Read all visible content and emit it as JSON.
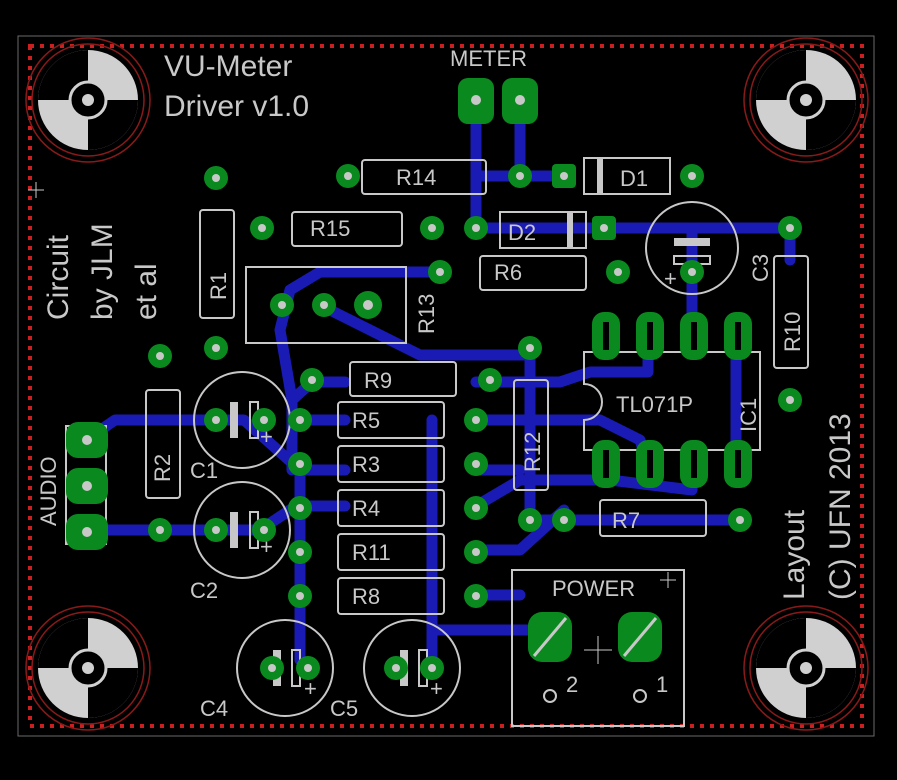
{
  "board": {
    "title_line1": "VU-Meter",
    "title_line2": "Driver v1.0",
    "credit_line1": "Circuit",
    "credit_line2": "by JLM",
    "credit_line3": "et al",
    "layout_line1": "Layout",
    "layout_line2": "(C) UFN 2013"
  },
  "connectors": {
    "meter": "METER",
    "audio": "AUDIO",
    "power": "POWER",
    "power_pin2": "2",
    "power_pin1": "1"
  },
  "components": {
    "r1": "R1",
    "r2": "R2",
    "r3": "R3",
    "r4": "R4",
    "r5": "R5",
    "r6": "R6",
    "r7": "R7",
    "r8": "R8",
    "r9": "R9",
    "r10": "R10",
    "r11": "R11",
    "r12": "R12",
    "r13": "R13",
    "r14": "R14",
    "r15": "R15",
    "c1": "C1",
    "c2": "C2",
    "c3": "C3",
    "c4": "C4",
    "c5": "C5",
    "d1": "D1",
    "d2": "D2",
    "ic1": "IC1",
    "ic1_part": "TL071P"
  },
  "colors": {
    "background": "#000000",
    "board_edge": "#cc1f1f",
    "copper_trace": "#1a1ab4",
    "pad": "#0a8a1e",
    "silkscreen": "#c8c8c8"
  }
}
